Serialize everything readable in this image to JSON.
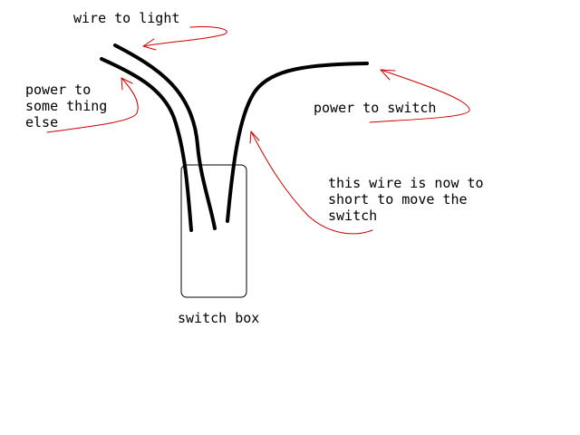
{
  "labels": {
    "wire_to_light": "wire to light",
    "power_to_something_else": "power to\nsome thing\nelse",
    "power_to_switch": "power to switch",
    "wire_too_short": "this wire is now to\nshort to move the\nswitch",
    "switch_box": "switch box"
  },
  "colors": {
    "wire": "#000000",
    "arrow": "#cc0000",
    "box_outline": "#000000",
    "background": "#ffffff"
  }
}
